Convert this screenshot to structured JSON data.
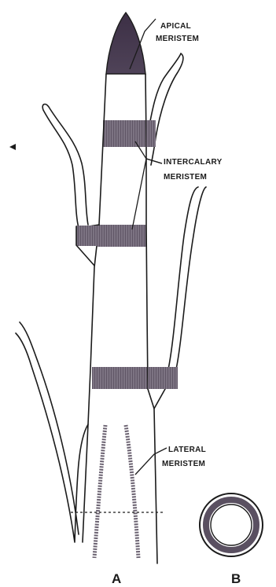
{
  "labels": {
    "apical_line1": "APICAL",
    "apical_line2": "MERISTEM",
    "intercalary_line1": "INTERCALARY",
    "intercalary_line2": "MERISTEM",
    "lateral_line1": "LATERAL",
    "lateral_line2": "MERISTEM",
    "figure_a": "A",
    "figure_b": "B"
  },
  "colors": {
    "meristem_dark": "#4a3d52",
    "meristem_mid": "#6d6472",
    "meristem_light": "#8d8591",
    "outline": "#1b1b1b"
  }
}
